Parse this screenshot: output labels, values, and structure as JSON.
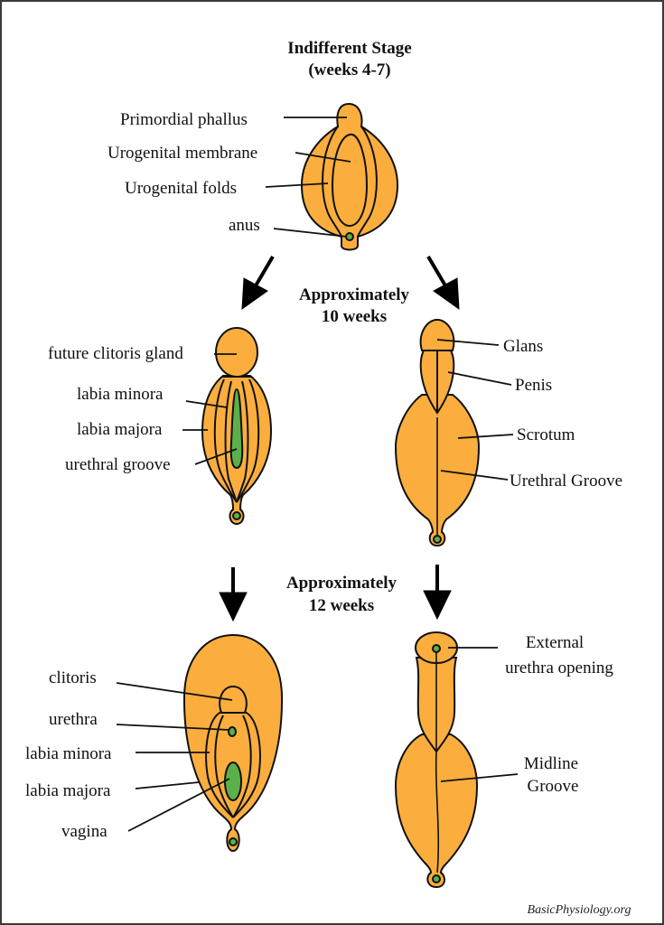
{
  "stages": {
    "indifferent": {
      "title": "Indifferent Stage",
      "subtitle": "(weeks 4-7)",
      "labels": [
        "Primordial phallus",
        "Urogenital membrane",
        "Urogenital folds",
        "anus"
      ]
    },
    "week10": {
      "title": "Approximately",
      "subtitle": "10 weeks",
      "female_labels": [
        "future clitoris gland",
        "labia minora",
        "labia majora",
        "urethral groove"
      ],
      "male_labels": [
        "Glans",
        "Penis",
        "Scrotum",
        "Urethral Groove"
      ]
    },
    "week12": {
      "title": "Approximately",
      "subtitle": "12 weeks",
      "female_labels": [
        "clitoris",
        "urethra",
        "labia minora",
        "labia majora",
        "vagina"
      ],
      "male_labels": [
        "External",
        "urethra opening",
        "Midline",
        "Groove"
      ]
    }
  },
  "credit": "BasicPhysiology.org",
  "colors": {
    "tissue": "#FBAE3E",
    "opening": "#5BB04A",
    "outline": "#111111"
  }
}
